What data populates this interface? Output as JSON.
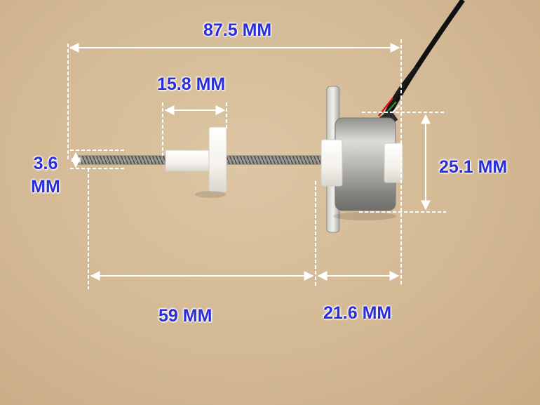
{
  "dimensions": {
    "overall_length": "87.5 MM",
    "nut_length": "15.8 MM",
    "thread_diameter_value": "3.6",
    "thread_diameter_unit": "MM",
    "motor_diameter": "25.1 MM",
    "screw_length": "59 MM",
    "motor_length": "21.6 MM"
  },
  "colors": {
    "label_text": "#2a2ed8",
    "dimension_line": "#ffffff",
    "background": "#d2b896"
  },
  "objects": [
    "lead-screw",
    "nylon-nut",
    "stepper-motor",
    "mounting-flange",
    "connection-cable"
  ]
}
